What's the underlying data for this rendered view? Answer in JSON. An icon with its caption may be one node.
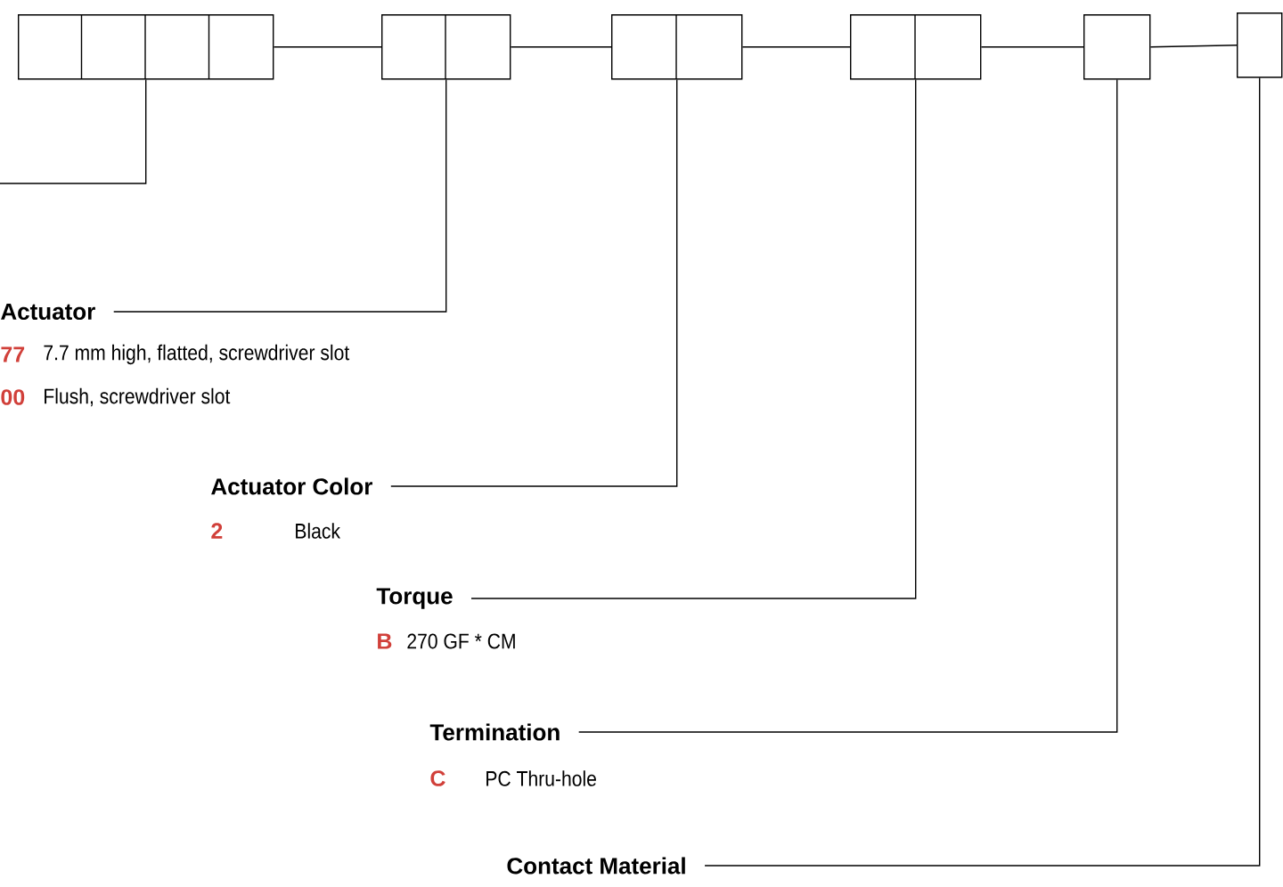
{
  "diagram": {
    "nodes": [
      {
        "text": [],
        "shape": "box"
      },
      {
        "text": [],
        "shape": "box"
      },
      {
        "text": [],
        "shape": "box"
      },
      {
        "text": [],
        "shape": "box"
      },
      {
        "text": [],
        "shape": "box"
      },
      {
        "text": [],
        "shape": "box"
      },
      {
        "text": [
          "Actuator",
          "77",
          "7.7 mm high, flatted, screwdriver slot",
          "00",
          "Flush, screwdriver slot"
        ]
      },
      {
        "text": [
          "Actuator Color",
          "2",
          "Black"
        ]
      },
      {
        "text": [
          "Torque",
          "B",
          "270 GF * CM"
        ]
      },
      {
        "text": [
          "Termination",
          "C",
          "PC Thru-hole"
        ]
      },
      {
        "text": [
          "Contact Material"
        ]
      }
    ],
    "edges": [
      {
        "from": 0,
        "to": 1,
        "arrow": "none"
      },
      {
        "from": 1,
        "to": 2,
        "arrow": "none"
      },
      {
        "from": 2,
        "to": 3,
        "arrow": "none"
      },
      {
        "from": 3,
        "to": 4,
        "arrow": "none"
      },
      {
        "from": 4,
        "to": 5,
        "arrow": "none"
      },
      {
        "from": null,
        "to": 0,
        "arrow": "none"
      },
      {
        "from": 6,
        "to": 1,
        "arrow": "none"
      },
      {
        "from": 7,
        "to": 2,
        "arrow": "none"
      },
      {
        "from": 8,
        "to": 3,
        "arrow": "none"
      },
      {
        "from": 9,
        "to": 4,
        "arrow": "none"
      },
      {
        "from": 10,
        "to": 5,
        "arrow": "none"
      }
    ]
  }
}
